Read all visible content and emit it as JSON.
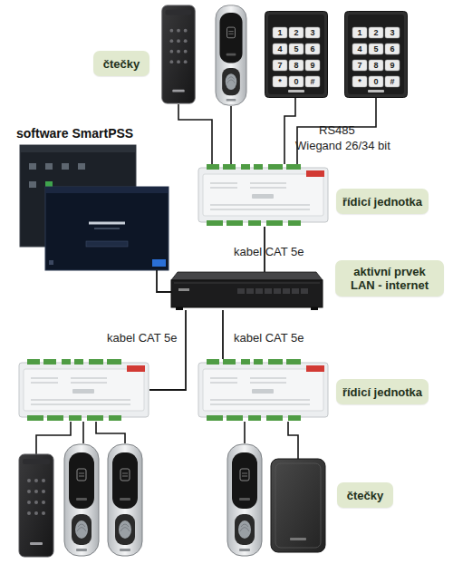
{
  "diagram": {
    "nodes": [
      {
        "text": [
          "čtečky"
        ]
      },
      {
        "text": [
          "řídicí jednotka"
        ]
      },
      {
        "text": [
          "aktivní prvek LAN - internet"
        ]
      },
      {
        "text": [
          "řídicí jednotka"
        ]
      },
      {
        "text": [
          "čtečky"
        ]
      }
    ],
    "labels": [
      "software SmartPSS",
      "RS485",
      "Wiegand 26/34 bit",
      "kabel CAT 5e",
      "kabel CAT 5e",
      "kabel CAT 5e",
      "1",
      "2",
      "3",
      "4",
      "5",
      "6",
      "7",
      "8",
      "9",
      "*",
      "0",
      "#",
      "1",
      "2",
      "3",
      "4",
      "5",
      "6",
      "7",
      "8",
      "9",
      "*",
      "0",
      "#"
    ]
  }
}
